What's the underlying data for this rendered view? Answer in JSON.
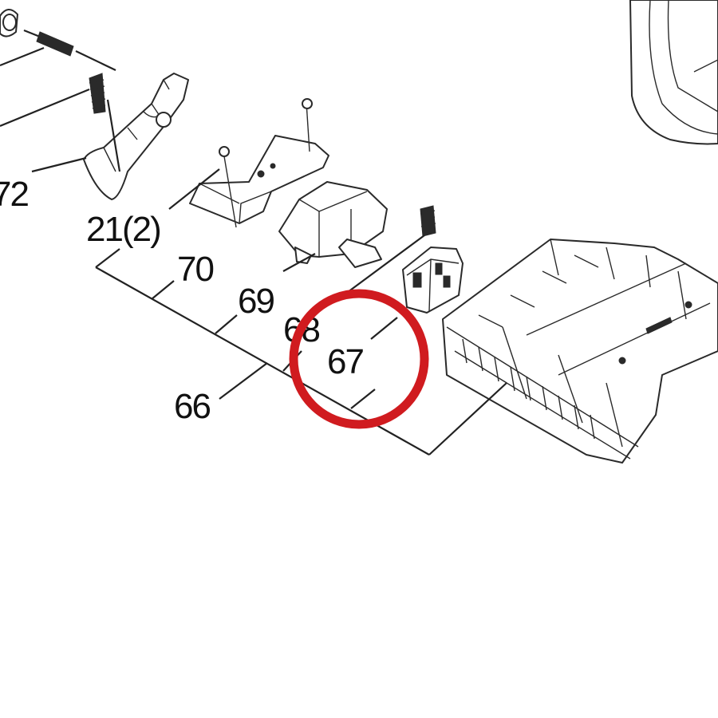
{
  "figure": {
    "highlight_color": "#d01b1f",
    "line_color": "#222222",
    "background": "#ffffff"
  },
  "labels": {
    "part_72": "72",
    "part_21": "21(2)",
    "part_70": "70",
    "part_69": "69",
    "part_68": "68",
    "part_67": "67",
    "part_66": "66"
  },
  "highlight": {
    "target_label": "67"
  }
}
